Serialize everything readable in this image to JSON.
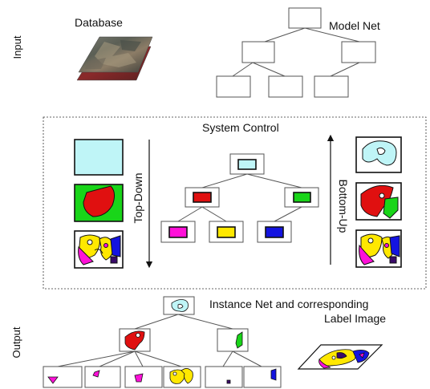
{
  "labels": {
    "input": "Input",
    "output": "Output",
    "database": "Database",
    "model_net": "Model Net",
    "system_control": "System Control",
    "top_down": "Top-Down",
    "bottom_up": "Bottom-Up",
    "instance_net_line1": "Instance Net and corresponding",
    "instance_net_line2": "Label Image"
  },
  "colors": {
    "stroke": "#111111",
    "box_stroke": "#555555",
    "light_cyan": "#bff5f7",
    "red": "#e01010",
    "green": "#19d519",
    "magenta": "#ff10d8",
    "yellow": "#ffe800",
    "blue": "#1414e0",
    "purple": "#3a0a6a"
  }
}
